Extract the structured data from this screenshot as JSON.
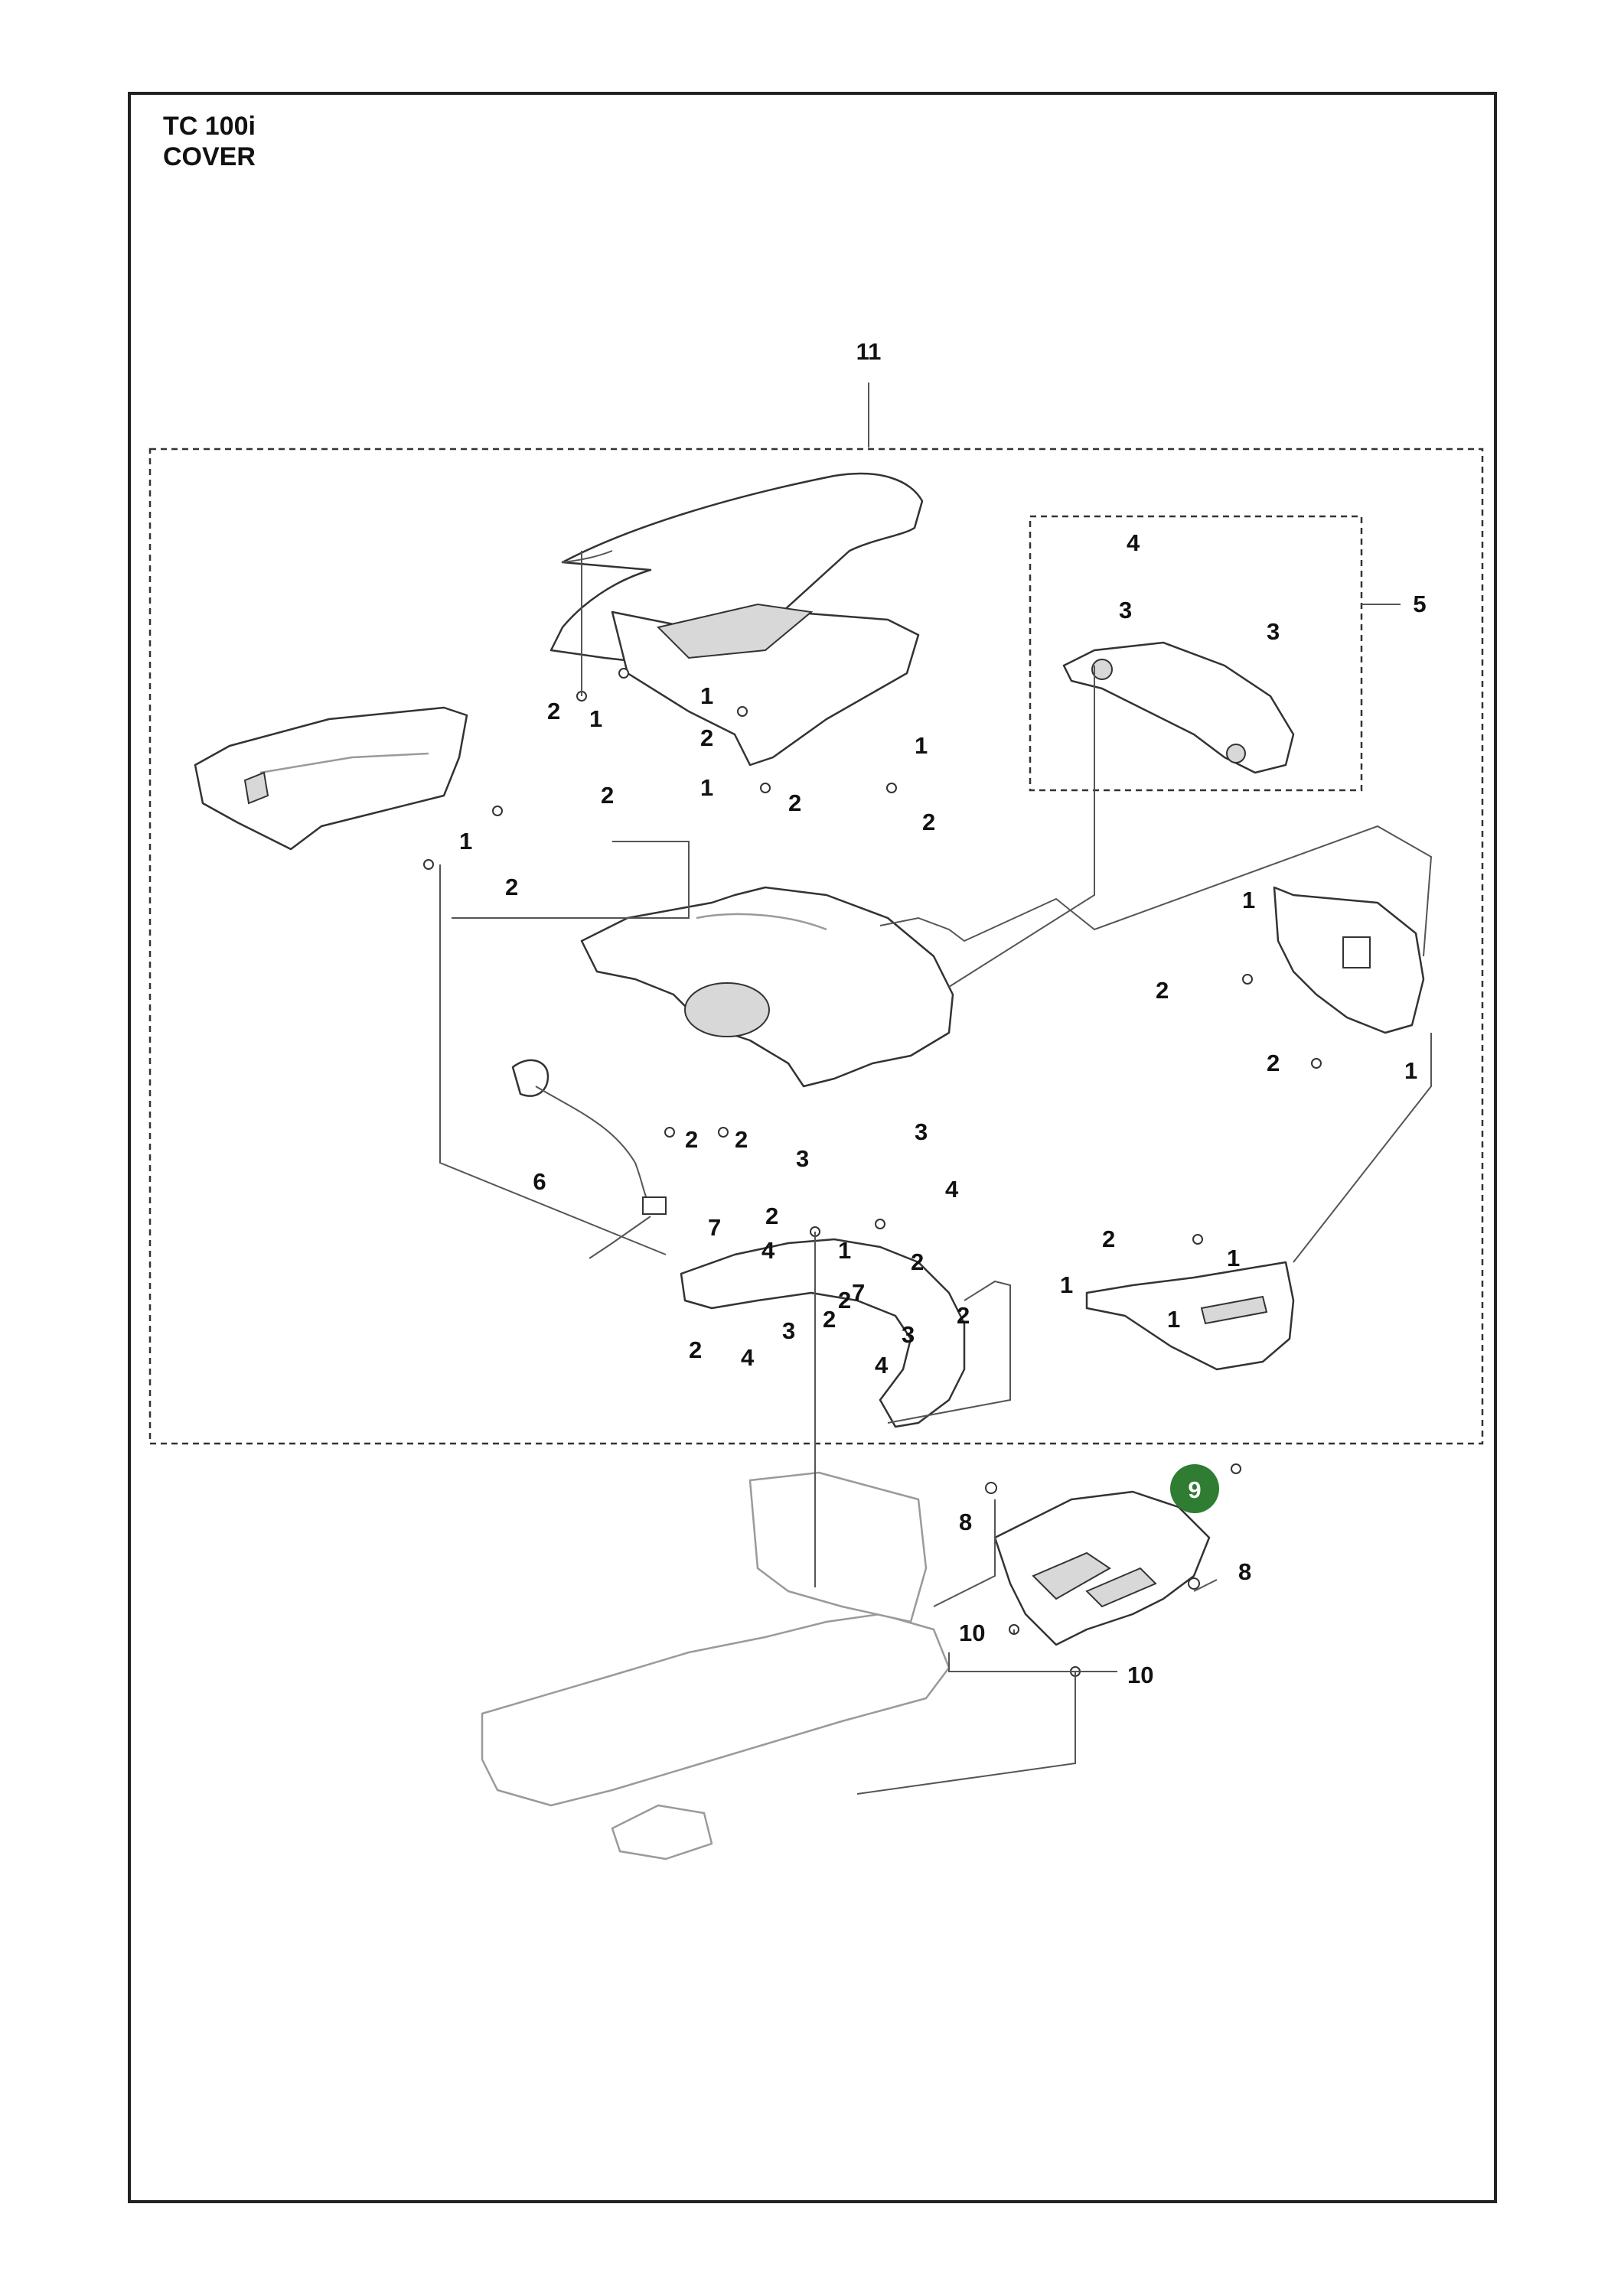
{
  "title": {
    "model": "TC 100i",
    "section": "COVER"
  },
  "highlight": {
    "label": "9",
    "color": "#2e7d32"
  },
  "callouts": {
    "c11": "11",
    "c5": "5",
    "c6": "6",
    "c9": "9",
    "top_cover": [
      "2",
      "1",
      "2",
      "1",
      "2",
      "1",
      "1",
      "2",
      "2"
    ],
    "left_panel": [
      "1",
      "2"
    ],
    "right_box": [
      "4",
      "3",
      "3"
    ],
    "center": [
      "2",
      "2",
      "3",
      "3",
      "4",
      "4",
      "1",
      "2"
    ],
    "right_panel": [
      "1",
      "2",
      "2",
      "1"
    ],
    "right_lower_panel": [
      "2",
      "1",
      "1",
      "1"
    ],
    "front_bumper": [
      "7",
      "2",
      "2",
      "2",
      "2",
      "7",
      "3",
      "2",
      "4",
      "3",
      "4"
    ],
    "lower": [
      "8",
      "8",
      "10",
      "10"
    ]
  }
}
